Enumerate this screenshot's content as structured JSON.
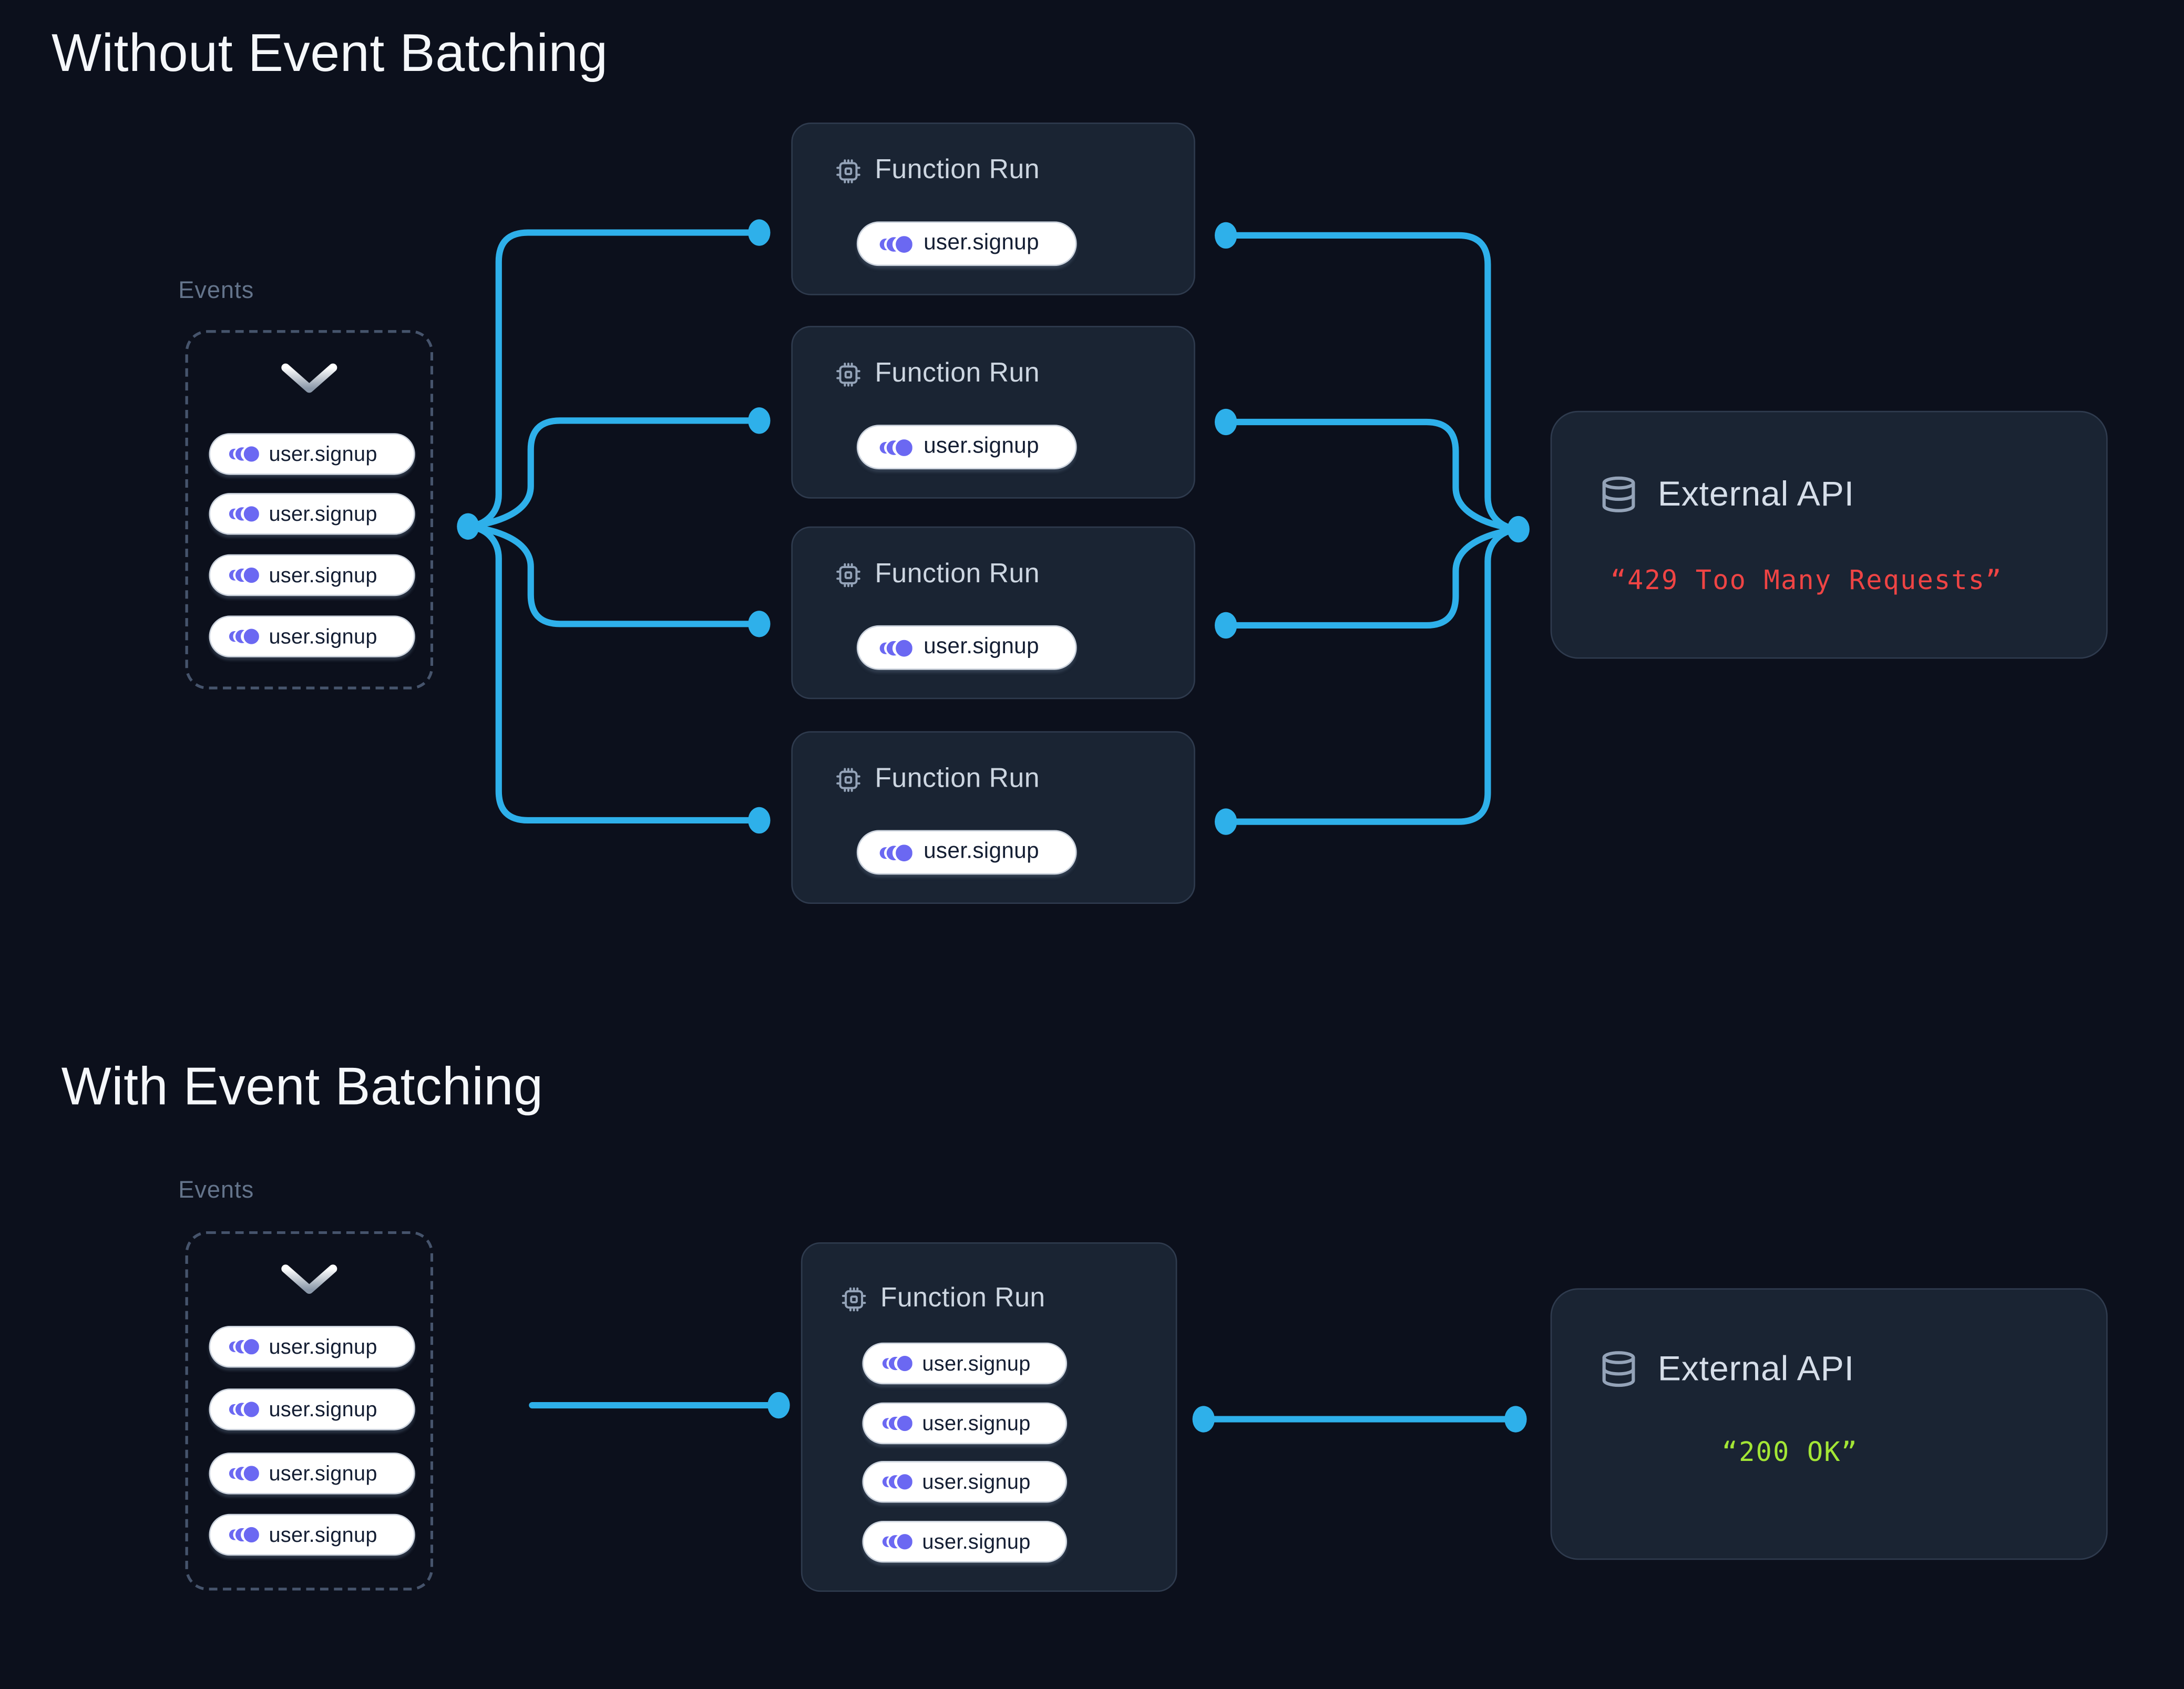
{
  "colors": {
    "background": "#0c101c",
    "card": "#1a2433",
    "card_border": "#2f3b4e",
    "dashed": "#46546c",
    "wire": "#2eb0ea",
    "event_icon": "#6b68f2",
    "error": "#ef4444",
    "success": "#a3e635",
    "text_primary": "#f5f7fa",
    "text_secondary": "#cdd6e1",
    "text_muted": "#64748b",
    "pill_bg": "#ffffff",
    "pill_text": "#141e33"
  },
  "icons": {
    "event": "event-pulse-icon",
    "function_run": "cpu-icon",
    "external_api": "database-icon",
    "events_panel": "chevron-down-icon"
  },
  "s1": {
    "title": "Without Event Batching",
    "events": {
      "label": "Events",
      "items": [
        "user.signup",
        "user.signup",
        "user.signup",
        "user.signup"
      ]
    },
    "runs": [
      {
        "title": "Function Run",
        "event": "user.signup"
      },
      {
        "title": "Function Run",
        "event": "user.signup"
      },
      {
        "title": "Function Run",
        "event": "user.signup"
      },
      {
        "title": "Function Run",
        "event": "user.signup"
      }
    ],
    "api": {
      "title": "External API",
      "response": "“429 Too Many Requests”",
      "status_color": "#ef4444"
    }
  },
  "s2": {
    "title": "With Event Batching",
    "events": {
      "label": "Events",
      "items": [
        "user.signup",
        "user.signup",
        "user.signup",
        "user.signup"
      ]
    },
    "run": {
      "title": "Function Run",
      "events": [
        "user.signup",
        "user.signup",
        "user.signup",
        "user.signup"
      ]
    },
    "api": {
      "title": "External API",
      "response": "“200 OK”",
      "status_color": "#a3e635"
    }
  }
}
